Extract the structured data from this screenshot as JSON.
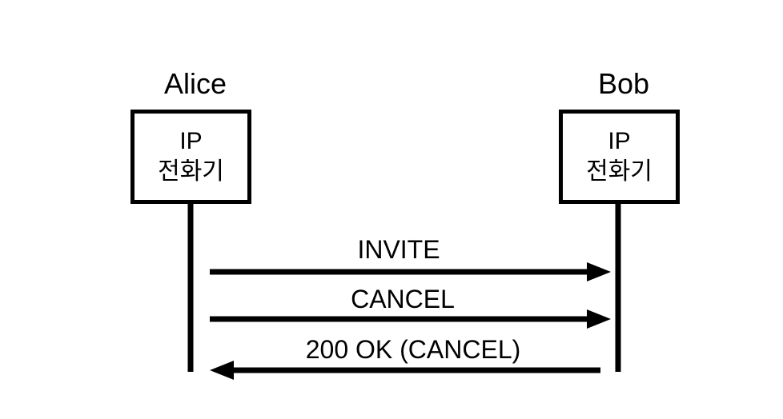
{
  "participants": [
    {
      "name": "Alice",
      "device_line1": "IP",
      "device_line2": "전화기"
    },
    {
      "name": "Bob",
      "device_line1": "IP",
      "device_line2": "전화기"
    }
  ],
  "messages": [
    {
      "label": "INVITE",
      "from": "Alice",
      "to": "Bob",
      "direction": "left-to-right"
    },
    {
      "label": "CANCEL",
      "from": "Alice",
      "to": "Bob",
      "direction": "left-to-right"
    },
    {
      "label": "200 OK (CANCEL)",
      "from": "Bob",
      "to": "Alice",
      "direction": "right-to-left"
    }
  ],
  "colors": {
    "ink": "#000000",
    "background": "#ffffff"
  }
}
